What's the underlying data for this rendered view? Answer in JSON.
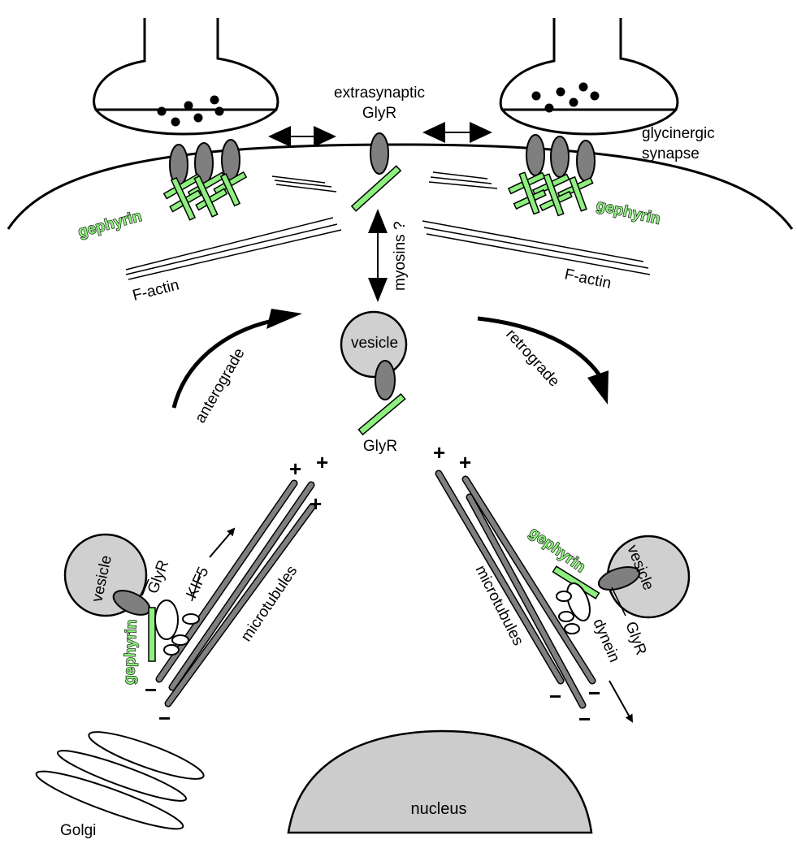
{
  "labels": {
    "extrasynaptic": "extrasynaptic",
    "glyr_top": "GlyR",
    "glycinergic": "glycinergic",
    "synapse": "synapse",
    "gephyrin_left": "gephyrin",
    "gephyrin_right": "gephyrin",
    "myosins": "myosins ?",
    "factin_left": "F-actin",
    "factin_right": "F-actin",
    "vesicle_center": "vesicle",
    "anterograde": "anterograde",
    "retrograde": "retrograde",
    "glyr_center": "GlyR",
    "vesicle_left": "vesicle",
    "glyr_left": "GlyR",
    "kif5": "KIF5",
    "microtubules_left": "microtubules",
    "gephyrin_bottom_left": "gephyrin",
    "gephyrin_bottom_right": "gephyrin",
    "vesicle_right": "vesicle",
    "microtubules_right": "microtubules",
    "dynein": "dynein",
    "glyr_right": "GlyR",
    "nucleus": "nucleus",
    "golgi": "Golgi"
  },
  "polarity": {
    "plus": "+",
    "minus": "−"
  },
  "colors": {
    "gephyrin": "#8ef07e",
    "receptor": "#7f7f7f",
    "microtubule": "#808080",
    "vesicle": "#d0d0d0",
    "nucleus": "#cccccc"
  }
}
